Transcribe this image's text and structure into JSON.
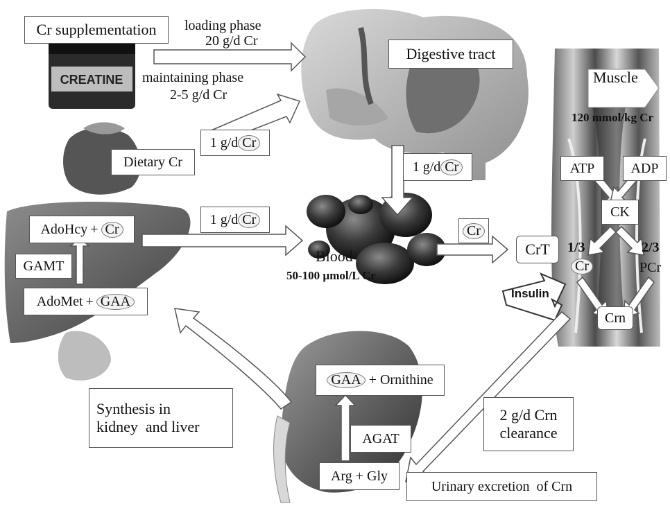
{
  "diagram": {
    "supplementation": {
      "label": "Cr supplementation",
      "loading_phase": "loading phase",
      "loading_dose": "20 g/d Cr",
      "maintaining_phase": "maintaining phase",
      "maintaining_dose": "2-5 g/d Cr",
      "product_label": "CREATINE"
    },
    "digestive_tract": "Digestive tract",
    "dietary": {
      "label": "Dietary Cr",
      "flux_value": "1 g/d",
      "flux_species": "Cr"
    },
    "gut_to_blood": {
      "value": "1 g/d",
      "species": "Cr"
    },
    "liver_to_blood": {
      "value": "1 g/d",
      "species": "Cr"
    },
    "blood": {
      "label": "Blood",
      "concentration": "50-100 µmol/L Cr"
    },
    "blood_to_muscle_species": "Cr",
    "transporter": {
      "label": "CrT",
      "regulator": "Insulin"
    },
    "muscle": {
      "label": "Muscle",
      "content": "120 mmol/kg Cr",
      "atp": "ATP",
      "adp": "ADP",
      "enzyme": "CK",
      "fraction_cr": "1/3",
      "fraction_pcr": "2/3",
      "cr": "Cr",
      "pcr": "PCr",
      "crn": "Crn"
    },
    "liver": {
      "product_left": "AdoHcy",
      "product_right": "Cr",
      "enzyme": "GAMT",
      "substrate_left": "AdoMet",
      "substrate_right": "GAA"
    },
    "kidney": {
      "product_left": "GAA",
      "product_right": "Ornithine",
      "enzyme": "AGAT",
      "substrates": "Arg + Gly"
    },
    "synthesis": {
      "line1": "Synthesis in",
      "line2": "kidney  and liver"
    },
    "clearance": {
      "line1": "2 g/d Crn",
      "line2": "clearance"
    },
    "urinary": "Urinary excretion  of Crn"
  }
}
